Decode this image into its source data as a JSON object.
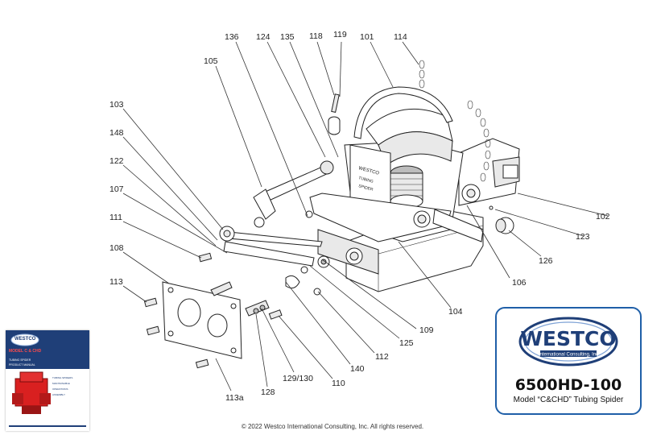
{
  "callouts": {
    "c101": "101",
    "c102": "102",
    "c103": "103",
    "c104": "104",
    "c105": "105",
    "c106": "106",
    "c107": "107",
    "c108": "108",
    "c109": "109",
    "c110": "110",
    "c111": "111",
    "c112": "112",
    "c113": "113",
    "c113a": "113a",
    "c114": "114",
    "c118": "118",
    "c119": "119",
    "c122": "122",
    "c123": "123",
    "c124": "124",
    "c125": "125",
    "c126": "126",
    "c128": "128",
    "c129_130": "129/130",
    "c135": "135",
    "c136": "136",
    "c140": "140",
    "c148": "148"
  },
  "logo": {
    "brand": "WESTCO",
    "tagline": "International Consulting, Inc",
    "model_number": "6500HD-100",
    "model_description": "Model “C&CHD” Tubing Spider",
    "border_color": "#1f5fa8",
    "brand_color": "#1f3f78"
  },
  "thumbnail": {
    "brand": "WESTCO",
    "title": "MODEL C & CHD",
    "subtitle": "TUBING SPIDER",
    "product_label": "PRODUCT MANUAL",
    "bullets": [
      "TUBING SPIDERS",
      "MAINTAINABLE",
      "OPERATIONS",
      "ASSEMBLY"
    ],
    "accent_red": "#d92020"
  },
  "copyright": "© 2022 Westco International Consulting, Inc. All rights reserved."
}
